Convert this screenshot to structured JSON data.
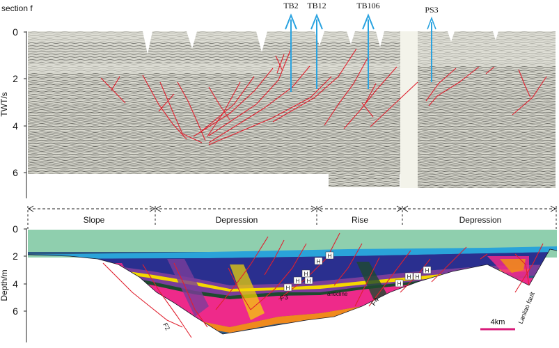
{
  "seismic": {
    "section_label": "section f",
    "y_axis_title": "TWT/s",
    "y_ticks": [
      "0",
      "2",
      "4",
      "6"
    ],
    "wells": [
      "TB2",
      "TB12",
      "TB106",
      "PS3"
    ]
  },
  "cross_section": {
    "y_axis_title": "Depth/m",
    "y_ticks": [
      "0",
      "2",
      "4",
      "6"
    ],
    "zones": [
      "Slope",
      "Depression",
      "Rise",
      "Depression"
    ],
    "faults": [
      "F2",
      "F3",
      "F4",
      "Lanliao fault"
    ],
    "structure_label": "anticline",
    "horizon_marker": "H",
    "scale_bar": "4km"
  },
  "colors": {
    "well_arrow": "#2aa3e0",
    "fault": "#e0202e",
    "sea": "#8fcfae",
    "navy": "#2a2f8f",
    "magenta": "#ee2a8a",
    "yellow": "#f5d800",
    "orange": "#f08a1c",
    "purple": "#7a3d9a",
    "scale_bar": "#d81b7a"
  }
}
